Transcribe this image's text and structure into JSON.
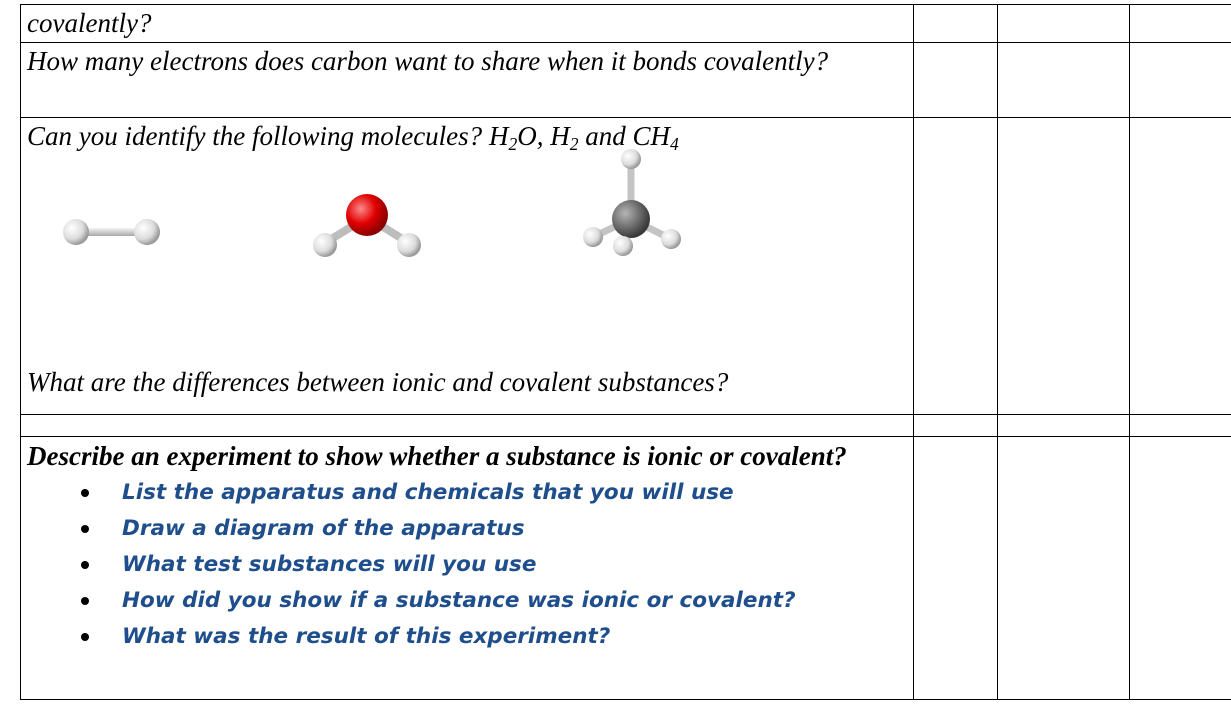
{
  "rows": {
    "r1": {
      "text": "covalently?"
    },
    "r2": {
      "text": "How many electrons does carbon want to share when it bonds covalently?"
    },
    "r3": {
      "prefix": "Can you identify the following molecules? ",
      "m1_a": "H",
      "m1_sub": "2",
      "m1_b": "O",
      "sep1": ", ",
      "m2_a": "H",
      "m2_sub": "2",
      "sep2": " and ",
      "m3_a": "CH",
      "m3_sub": "4",
      "question2": "What are the differences between ionic and covalent substances?",
      "molecules": [
        {
          "name": "H2",
          "icon": "hydrogen-molecule-icon"
        },
        {
          "name": "H2O",
          "icon": "water-molecule-icon"
        },
        {
          "name": "CH4",
          "icon": "methane-molecule-icon"
        }
      ]
    },
    "r5": {
      "text": "Describe  an experiment to show whether a substance is ionic or covalent?",
      "bullets": [
        "List the apparatus and chemicals that you will use",
        "Draw a diagram of the apparatus",
        "What test substances will you use",
        "How did you show if a substance was ionic or covalent?",
        "What was the result of this experiment?"
      ]
    }
  },
  "colors": {
    "bullet_text": "#1f4e8c",
    "oxygen": "#e00000",
    "carbon": "#6b6b6b",
    "hydrogen": "#e8e8e8"
  }
}
